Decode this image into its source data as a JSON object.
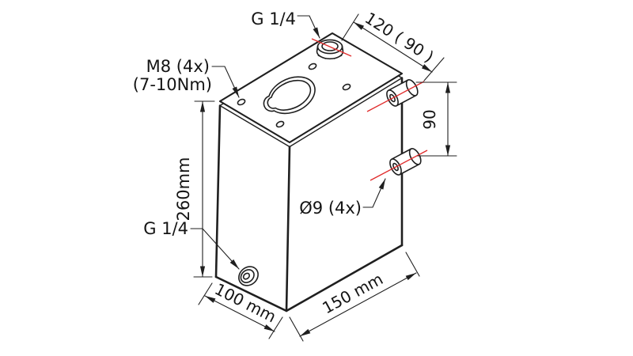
{
  "colors": {
    "line": "#1f1f1f",
    "centerline": "#e02b2b",
    "background": "#ffffff"
  },
  "labels": {
    "port_top": "G 1/4",
    "mount_bolts": "M8 (4x)",
    "mount_torque": "(7-10Nm)",
    "port_side": "G 1/4",
    "mount_holes": "Ø9 (4x)"
  },
  "dimensions": {
    "top_width": "120 ( 90 )",
    "hole_spacing": "90",
    "height": "260mm",
    "depth": "100 mm",
    "width": "150 mm"
  }
}
